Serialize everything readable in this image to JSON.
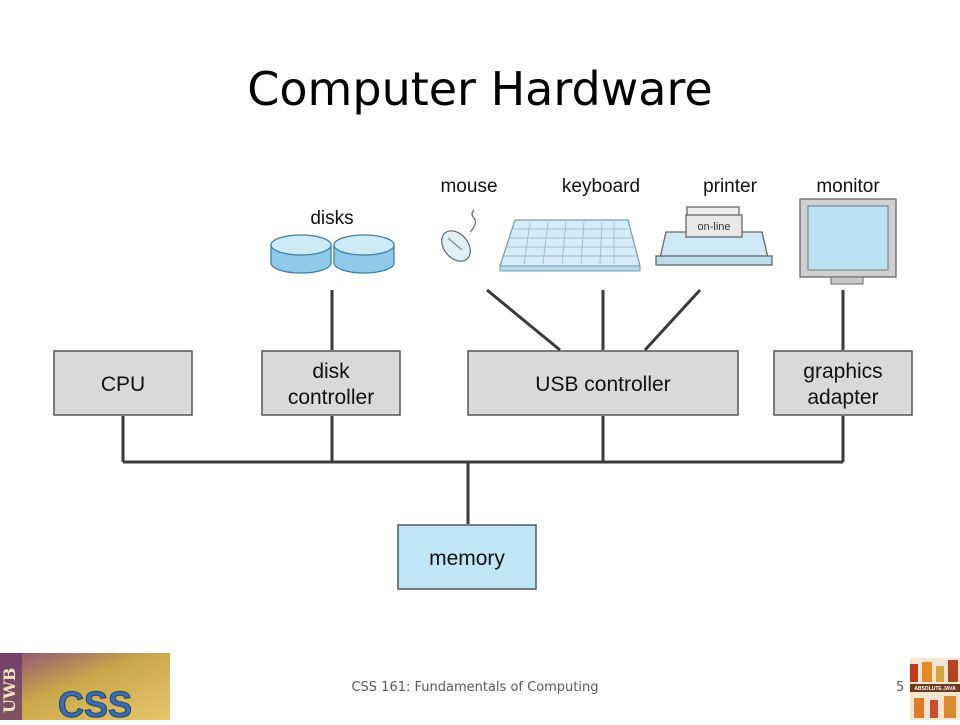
{
  "slide": {
    "title": "Computer Hardware",
    "footer": "CSS 161: Fundamentals of Computing",
    "page_number": "5"
  },
  "devices": {
    "disks": "disks",
    "mouse": "mouse",
    "keyboard": "keyboard",
    "printer": "printer",
    "printer_screen": "on-line",
    "monitor": "monitor"
  },
  "components": {
    "cpu": "CPU",
    "disk_controller": [
      "disk",
      "controller"
    ],
    "usb_controller": "USB controller",
    "graphics_adapter": [
      "graphics",
      "adapter"
    ],
    "memory": "memory"
  },
  "logos": {
    "left_org": "UWB",
    "left_dept": "CSS",
    "right_book": "ABSOLUTE JAVA"
  },
  "colors": {
    "component_fill": "#d9d9d9",
    "memory_fill": "#bfe6f5",
    "device_fill": "#cdeaf7",
    "line": "#3a3a3a"
  }
}
